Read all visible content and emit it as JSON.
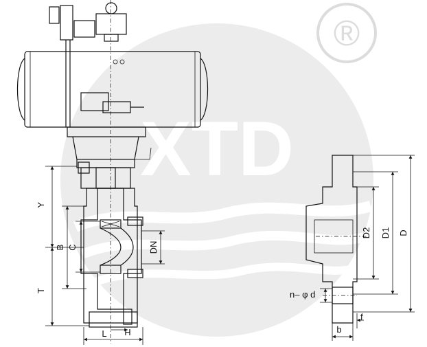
{
  "colors": {
    "line": "#111111",
    "hatch": "#cfcfcf",
    "watermark": "#e9e9e9",
    "background": "#ffffff"
  },
  "icons": {
    "registered": "registered-trademark-icon"
  },
  "watermark": {
    "text": "XTD",
    "mark": "®"
  },
  "valve": {
    "labels": {
      "y": "Y",
      "b": "B",
      "c": "C",
      "t": "T",
      "dn": "DN",
      "l": "L",
      "h": "H"
    }
  },
  "flange": {
    "labels": {
      "d2": "D2",
      "d1": "D1",
      "d": "D",
      "n_phi_d": "n– φ d",
      "b": "b",
      "f": "f"
    }
  }
}
